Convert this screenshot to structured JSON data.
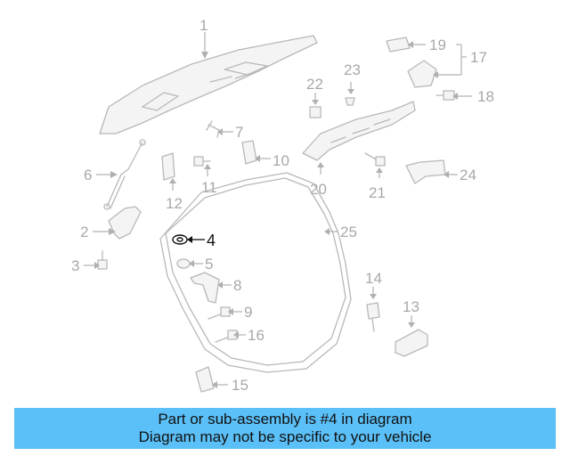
{
  "callouts": {
    "c1": "1",
    "c2": "2",
    "c3": "3",
    "c4": "4",
    "c5": "5",
    "c6": "6",
    "c7": "7",
    "c8": "8",
    "c9": "9",
    "c10": "10",
    "c11": "11",
    "c12": "12",
    "c13": "13",
    "c14": "14",
    "c15": "15",
    "c16": "16",
    "c17": "17",
    "c18": "18",
    "c19": "19",
    "c20": "20",
    "c21": "21",
    "c22": "22",
    "c23": "23",
    "c24": "24",
    "c25": "25"
  },
  "highlighted_part": "4",
  "colors": {
    "banner": "#5bc0f8",
    "highlight": "#111111",
    "parts": "#b8b8b8"
  },
  "banner": {
    "line1": "Part or sub-assembly is #4 in diagram",
    "line2": "Diagram may not be specific to your vehicle"
  }
}
